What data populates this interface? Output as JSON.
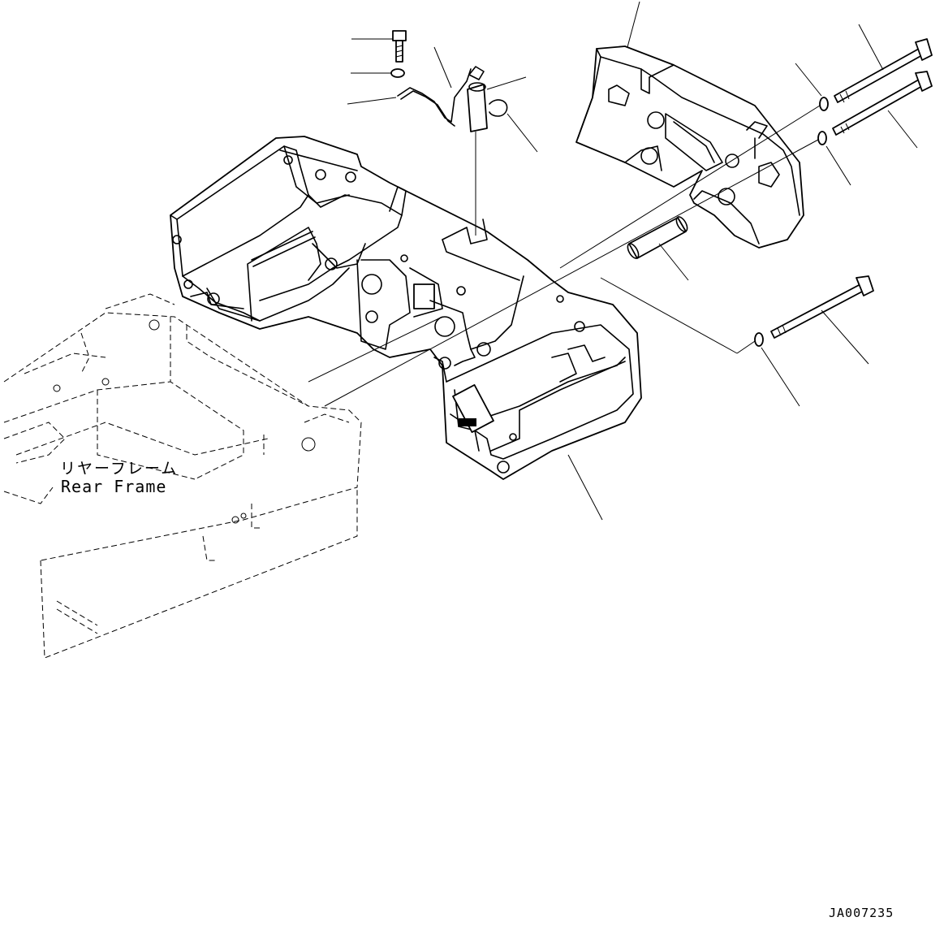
{
  "diagram": {
    "rear_frame_label_jp": "リヤーフレーム",
    "rear_frame_label_en": "Rear Frame",
    "drawing_id": "JA007235"
  }
}
